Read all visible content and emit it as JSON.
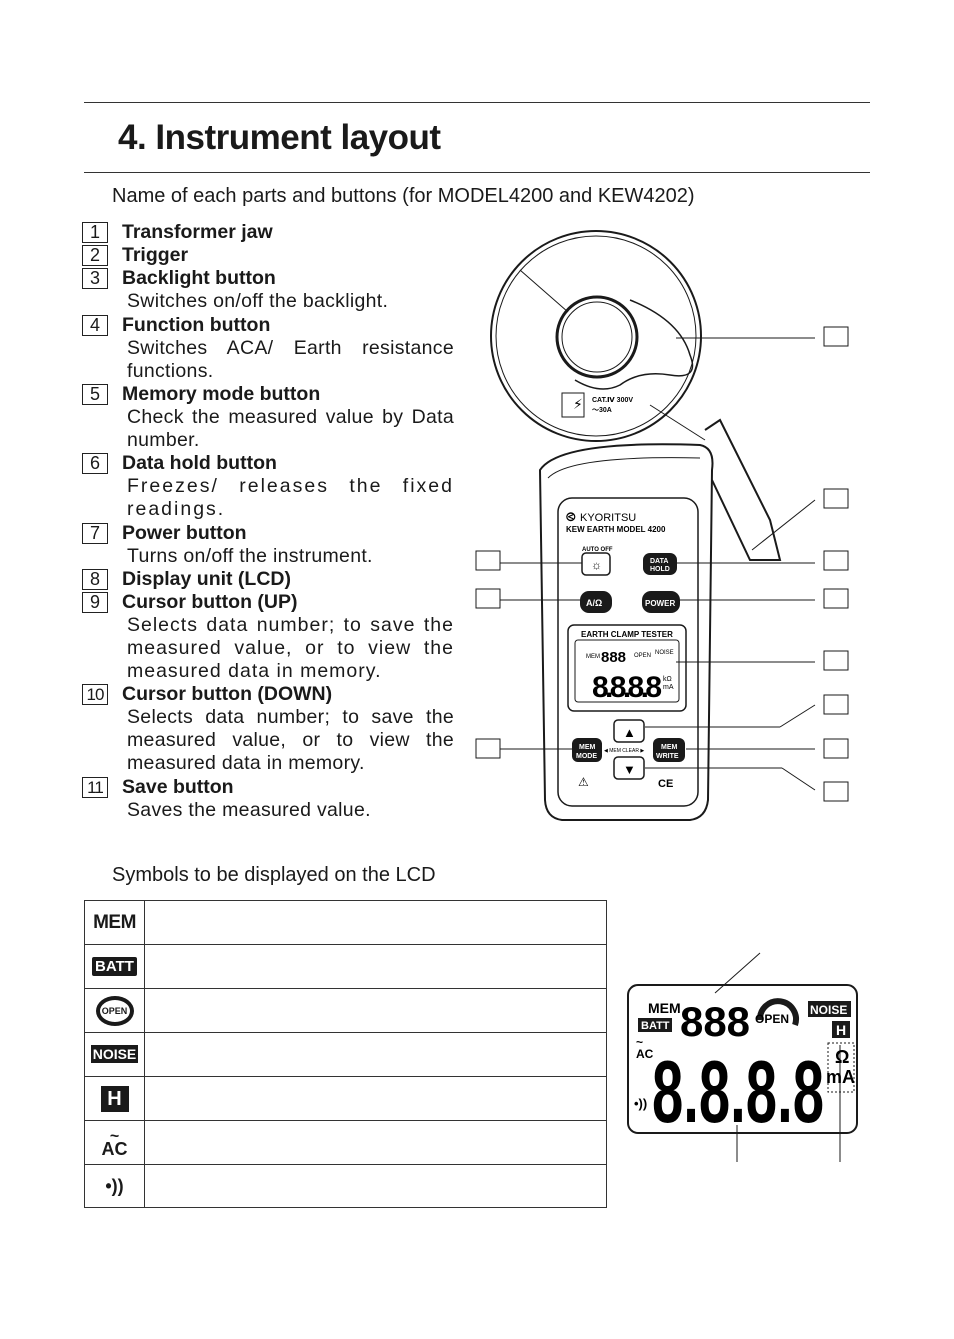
{
  "title": "4. Instrument layout",
  "subtitle": "Name of each parts and buttons (for MODEL4200 and KEW4202)",
  "parts": [
    {
      "num": "1",
      "title": "Transformer jaw",
      "desc": ""
    },
    {
      "num": "2",
      "title": "Trigger",
      "desc": ""
    },
    {
      "num": "3",
      "title": "Backlight button",
      "desc": "Switches on/off the backlight."
    },
    {
      "num": "4",
      "title": "Function button",
      "desc": "Switches ACA/ Earth resistance functions."
    },
    {
      "num": "5",
      "title": "Memory mode button",
      "desc": "Check the measured value by Data number."
    },
    {
      "num": "6",
      "title": "Data hold button",
      "desc": "Freezes/ releases the fixed readings."
    },
    {
      "num": "7",
      "title": "Power button",
      "desc": "Turns on/off the instrument."
    },
    {
      "num": "8",
      "title": "Display unit (LCD)",
      "desc": ""
    },
    {
      "num": "9",
      "title": "Cursor button (UP)",
      "desc": "Selects data number; to save the measured value, or to view the measured data in memory."
    },
    {
      "num": "10",
      "title": "Cursor button (DOWN)",
      "desc": "Selects data number; to save the measured value, or to view the measured data in memory."
    },
    {
      "num": "11",
      "title": "Save button",
      "desc": "Saves the measured value."
    }
  ],
  "device": {
    "brand": "KYORITSU",
    "model": "KEW EARTH MODEL 4200",
    "cat": "CAT.Ⅳ 300V",
    "current": "～30A",
    "lcd_title": "EARTH CLAMP TESTER",
    "auto_off": "AUTO OFF",
    "data_hold_1": "DATA",
    "data_hold_2": "HOLD",
    "func": "A/Ω",
    "power": "POWER",
    "mem_mode_1": "MEM",
    "mem_mode_2": "MODE",
    "mem_write_1": "MEM",
    "mem_write_2": "WRITE",
    "mem_clear": "◀ MEM CLEAR ▶",
    "ce": "CE"
  },
  "symbols_title": "Symbols to be displayed on the LCD",
  "symbols": [
    {
      "icon": "MEM",
      "desc": ""
    },
    {
      "icon": "BATT",
      "desc": ""
    },
    {
      "icon": "OPEN",
      "desc": ""
    },
    {
      "icon": "NOISE",
      "desc": ""
    },
    {
      "icon": "H",
      "desc": ""
    },
    {
      "icon": "AC",
      "desc": ""
    },
    {
      "icon": "•))",
      "desc": ""
    }
  ],
  "lcd": {
    "mem": "MEM",
    "small_digits": "888",
    "open": "OPEN",
    "noise": "NOISE",
    "h": "H",
    "batt": "BATT",
    "ac": "AC",
    "big_digits": "8.8.8.8",
    "ohm": "Ω",
    "ma": "mA",
    "buzzer": "•))"
  },
  "colors": {
    "ink": "#1a1a1a",
    "paper": "#ffffff"
  }
}
